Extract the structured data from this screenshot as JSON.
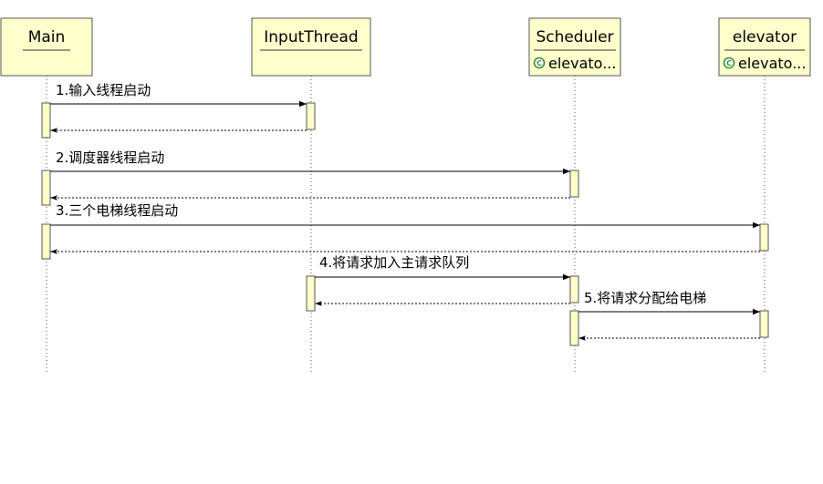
{
  "participants": [
    {
      "id": "main",
      "name": "Main",
      "subtitle": ""
    },
    {
      "id": "input",
      "name": "InputThread",
      "subtitle": ""
    },
    {
      "id": "sched",
      "name": "Scheduler",
      "subtitle": "elevato..."
    },
    {
      "id": "elev",
      "name": "elevator",
      "subtitle": "elevato..."
    }
  ],
  "messages": [
    {
      "from": "main",
      "to": "input",
      "label": "1.输入线程启动"
    },
    {
      "from": "main",
      "to": "sched",
      "label": "2.调度器线程启动"
    },
    {
      "from": "main",
      "to": "elev",
      "label": "3.三个电梯线程启动"
    },
    {
      "from": "input",
      "to": "sched",
      "label": "4.将请求加入主请求队列"
    },
    {
      "from": "sched",
      "to": "elev",
      "label": "5.将请求分配给电梯"
    }
  ],
  "colors": {
    "box_fill": "#ffffcc",
    "icon": "#3a8f3a"
  },
  "icons": {
    "subtitle_icon": "class-icon"
  }
}
